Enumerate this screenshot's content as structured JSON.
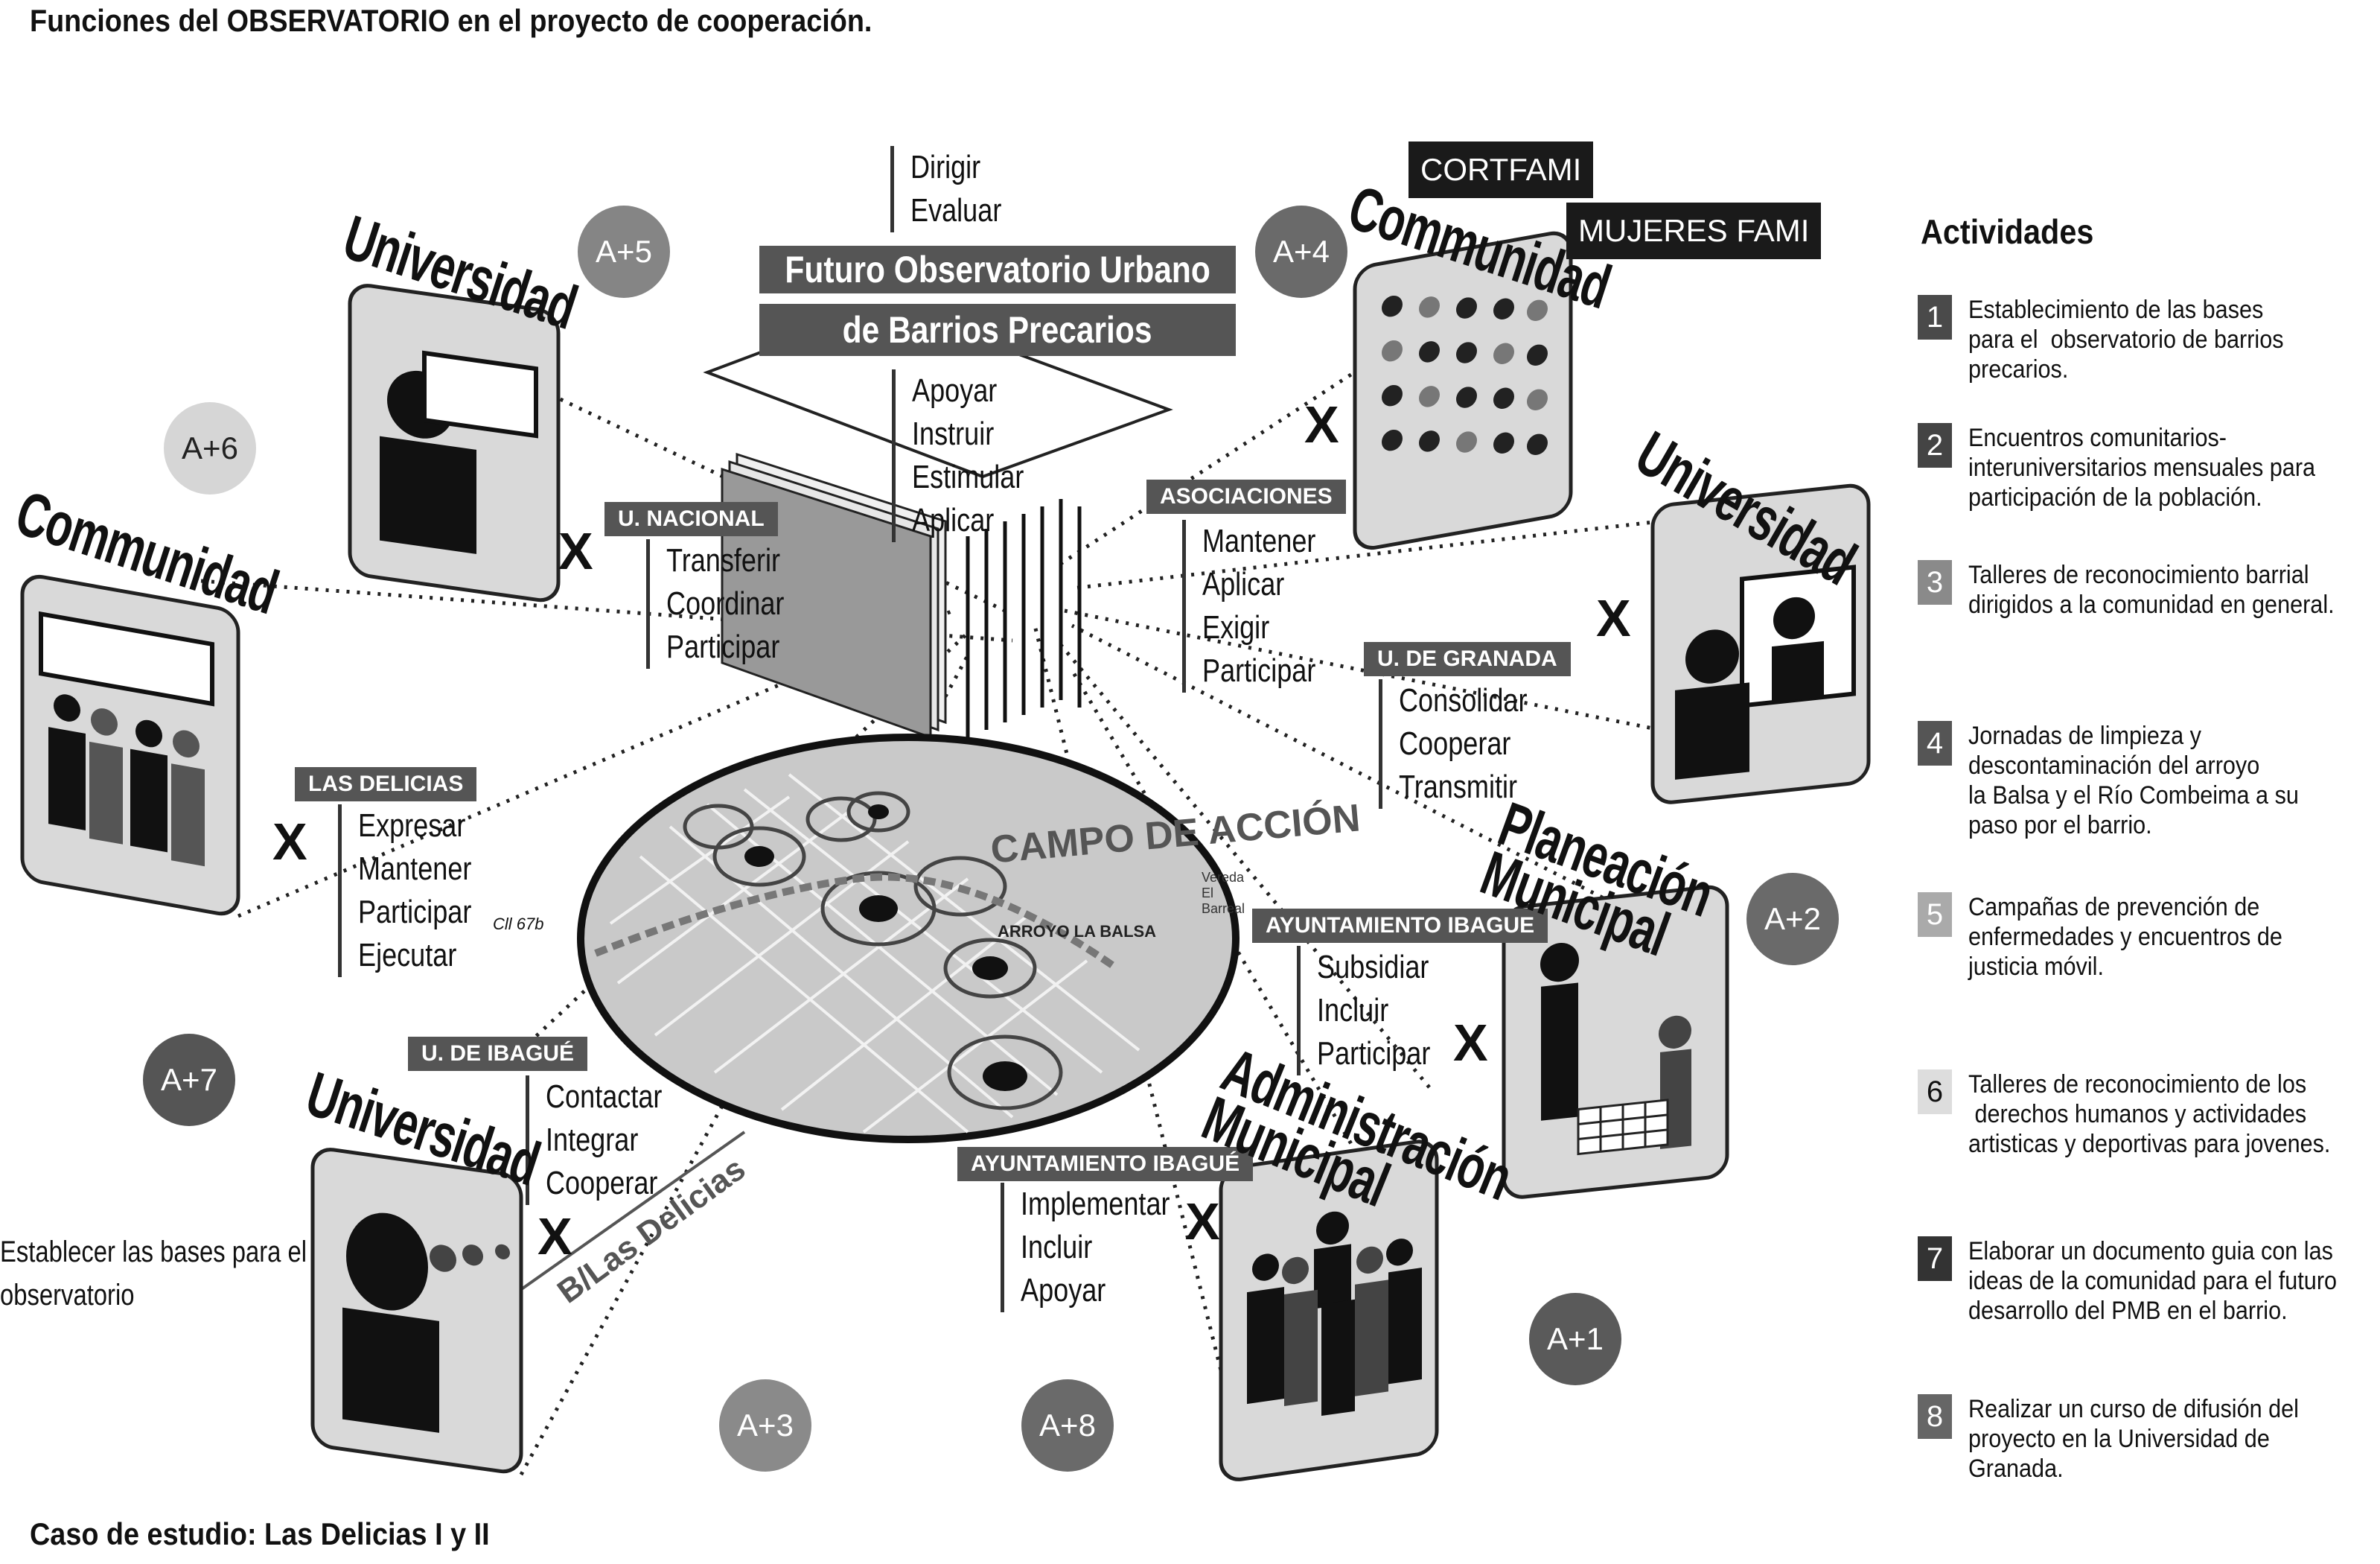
{
  "header": {
    "title": "Funciones del OBSERVATORIO en el proyecto de cooperación."
  },
  "footer": {
    "case_study": "Caso de estudio: Las Delicias I y II"
  },
  "observatory": {
    "title_line1": "Futuro Observatorio Urbano",
    "title_line2": "de Barrios Precarios",
    "verbs_top": [
      "Dirigir",
      "Evaluar"
    ],
    "verbs_bottom": [
      "Apoyar",
      "Instruir",
      "Estimular",
      "Aplicar"
    ]
  },
  "actors": {
    "u_nacional": {
      "label": "U. NACIONAL",
      "verbs": [
        "Transferir",
        "Coordinar",
        "Participar"
      ]
    },
    "asociaciones": {
      "label": "ASOCIACIONES",
      "verbs": [
        "Mantener",
        "Aplicar",
        "Exigir",
        "Participar"
      ]
    },
    "u_granada": {
      "label": "U. DE GRANADA",
      "verbs": [
        "Consolidar",
        "Cooperar",
        "Transmitir"
      ]
    },
    "las_delicias": {
      "label": "LAS DELICIAS",
      "verbs": [
        "Expresar",
        "Mantener",
        "Participar",
        "Ejecutar"
      ]
    },
    "ayuntamiento_1": {
      "label": "AYUNTAMIENTO IBAGUE",
      "verbs": [
        "Subsidiar",
        "Incluir",
        "Participar"
      ]
    },
    "u_ibague": {
      "label": "U. DE IBAGUÉ",
      "verbs": [
        "Contactar",
        "Integrar",
        "Cooperar"
      ]
    },
    "ayuntamiento_2": {
      "label": "AYUNTAMIENTO IBAGUÉ",
      "verbs": [
        "Implementar",
        "Incluir",
        "Apoyar"
      ]
    }
  },
  "orgs": {
    "cortfami": "CORTFAMI",
    "mujeres_fami": "MUJERES FAMI"
  },
  "panels": {
    "universidad_tl": "Universidad",
    "comunidad_tr": "Communidad",
    "comunidad_l": "Communidad",
    "universidad_r": "Universidad",
    "planeacion": [
      "Planeación",
      "Municipal"
    ],
    "universidad_bl": "Universidad",
    "administracion": [
      "Administración",
      "Municipal"
    ]
  },
  "badges": {
    "a5": "A+5",
    "a4": "A+4",
    "a6": "A+6",
    "a2": "A+2",
    "a7": "A+7",
    "a1": "A+1",
    "a3": "A+3",
    "a8": "A+8"
  },
  "map": {
    "campo": "CAMPO DE ACCIÓN",
    "arroyo": "ARROYO LA BALSA",
    "cll": "Cll 67b",
    "vereda": "Vereda El Barreal",
    "road": "B/Las Delicias"
  },
  "x_mark": "X",
  "left_note": [
    "Establecer las bases para el",
    "observatorio"
  ],
  "activities": {
    "title": "Actividades",
    "items": [
      {
        "num": "1",
        "lines": [
          "Establecimiento de las bases",
          "para el  observatorio de barrios",
          "precarios."
        ]
      },
      {
        "num": "2",
        "lines": [
          "Encuentros comunitarios-",
          "interuniversitarios mensuales para",
          "participación de la población."
        ]
      },
      {
        "num": "3",
        "lines": [
          "Talleres de reconocimiento barrial",
          "dirigidos a la comunidad en general."
        ]
      },
      {
        "num": "4",
        "lines": [
          "Jornadas de limpieza y",
          "descontaminación del arroyo",
          "la Balsa y el Río Combeima a su",
          "paso por el barrio."
        ]
      },
      {
        "num": "5",
        "lines": [
          "Campañas de prevención de",
          "enfermedades y encuentros de",
          "justicia móvil."
        ]
      },
      {
        "num": "6",
        "lines": [
          "Talleres de reconocimiento de los",
          " derechos humanos y actividades",
          "artisticas y deportivas para jovenes."
        ]
      },
      {
        "num": "7",
        "lines": [
          "Elaborar un documento guia con las",
          "ideas de la comunidad para el futuro",
          "desarrollo del PMB en el barrio."
        ]
      },
      {
        "num": "8",
        "lines": [
          "Realizar un curso de difusión del",
          "proyecto en la Universidad de",
          "Granada."
        ]
      }
    ]
  },
  "colors": {
    "num_shades": [
      "#4a4a4a",
      "#444444",
      "#8a8a8a",
      "#555555",
      "#aaaaaa",
      "#dddddd",
      "#333333",
      "#666666"
    ],
    "badge_shades": [
      "#858585",
      "#6a6a6a",
      "#d6d6d6",
      "#6a6a6a",
      "#555555",
      "#5a5a5a",
      "#8a8a8a",
      "#6a6a6a"
    ]
  }
}
